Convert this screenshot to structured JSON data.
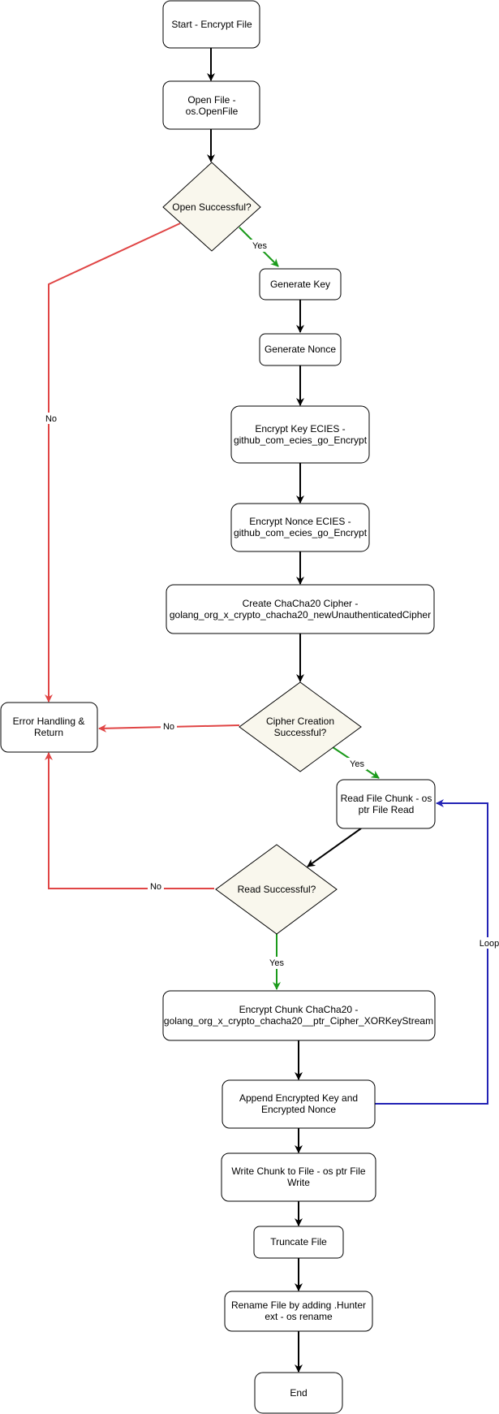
{
  "colors": {
    "process_fill": "#ffffff",
    "decision_fill": "#f9f7ed",
    "stroke": "#000000",
    "error_path": "#e04545",
    "success_path": "#1a9a1a",
    "loop_path": "#2323b5"
  },
  "nodes": {
    "start": [
      "Start - Encrypt File"
    ],
    "open_file": [
      "Open File -",
      "os.OpenFile"
    ],
    "open_successful": [
      "Open Successful?"
    ],
    "generate_key": [
      "Generate Key"
    ],
    "generate_nonce": [
      "Generate Nonce"
    ],
    "encrypt_key": [
      "Encrypt Key ECIES -",
      "github_com_ecies_go_Encrypt"
    ],
    "encrypt_nonce": [
      "Encrypt Nonce ECIES -",
      "github_com_ecies_go_Encrypt"
    ],
    "create_cipher": [
      "Create ChaCha20 Cipher -",
      "golang_org_x_crypto_chacha20_newUnauthenticatedCipher"
    ],
    "error_handling": [
      "Error Handling &",
      "Return"
    ],
    "cipher_successful": [
      "Cipher Creation",
      "Successful?"
    ],
    "read_chunk": [
      "Read File Chunk - os",
      "ptr File Read"
    ],
    "read_successful": [
      "Read Successful?"
    ],
    "encrypt_chunk": [
      "Encrypt Chunk ChaCha20 -",
      "golang_org_x_crypto_chacha20__ptr_Cipher_XORKeyStream"
    ],
    "append_key_nonce": [
      "Append Encrypted Key and",
      "Encrypted Nonce"
    ],
    "write_chunk": [
      "Write Chunk to File - os ptr File",
      "Write"
    ],
    "truncate_file": [
      "Truncate File"
    ],
    "rename_file": [
      "Rename File by adding .Hunter",
      "ext - os rename"
    ],
    "end": [
      "End"
    ]
  },
  "edge_labels": {
    "open_yes": "Yes",
    "open_no": "No",
    "cipher_no": "No",
    "cipher_yes": "Yes",
    "read_no": "No",
    "read_yes": "Yes",
    "loop": "Loop"
  }
}
